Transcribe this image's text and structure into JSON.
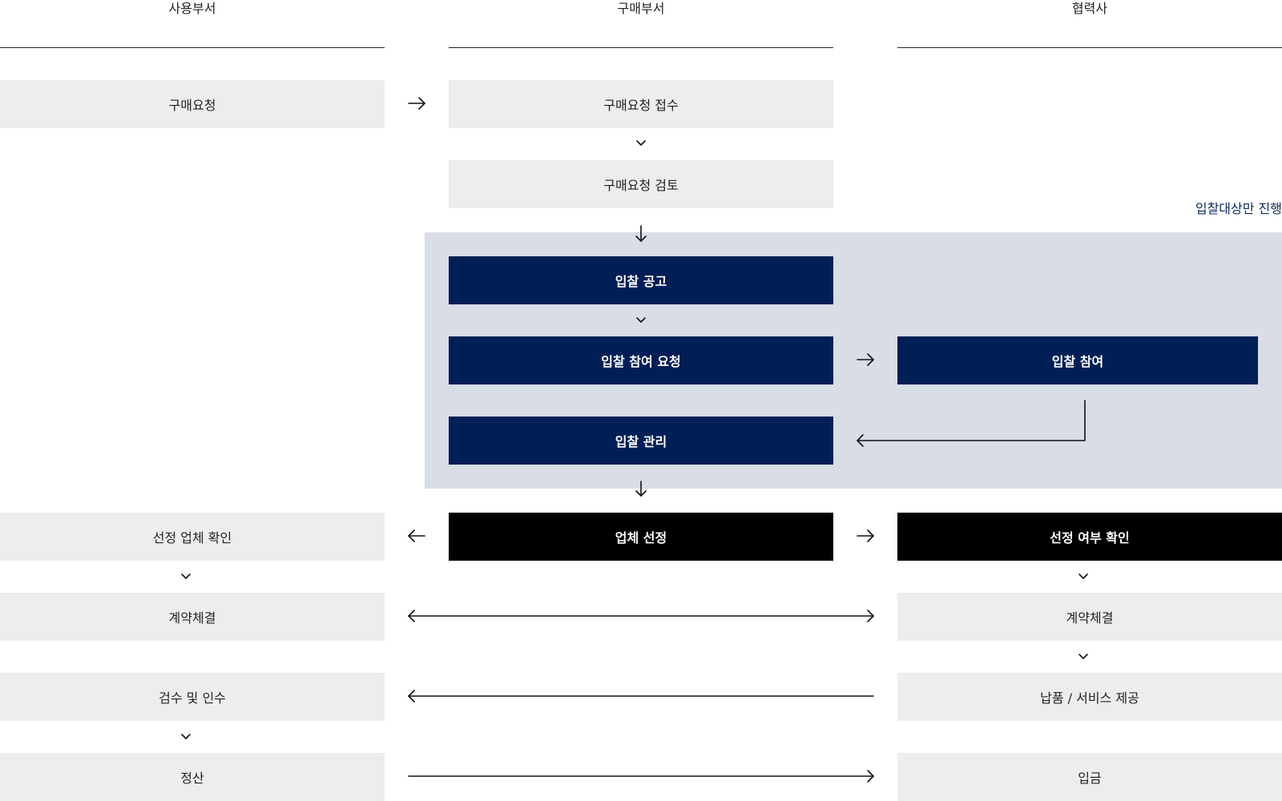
{
  "lanes": {
    "user": "사용부서",
    "purchasing": "구매부서",
    "partner": "협력사"
  },
  "zone_note": "입찰대상만 진행",
  "steps": {
    "purchase_request": "구매요청",
    "request_receipt": "구매요청 접수",
    "request_review": "구매요청 검토",
    "bid_notice": "입찰 공고",
    "bid_participation_request": "입찰 참여 요청",
    "bid_participation": "입찰 참여",
    "bid_management": "입찰 관리",
    "vendor_selection": "업체 선정",
    "selected_vendor_check": "선정 업체 확인",
    "selection_result_check": "선정 여부 확인",
    "contract_user": "계약체결",
    "contract_partner": "계약체결",
    "delivery_service": "납품 / 서비스 제공",
    "inspection_acceptance": "검수 및 인수",
    "settlement": "정산",
    "payment_received": "입금"
  },
  "colors": {
    "gray_box": "#ededed",
    "navy_box": "#011f57",
    "black_box": "#000000",
    "zone_bg": "#d9dde6",
    "note_text": "#0d2a5e"
  }
}
